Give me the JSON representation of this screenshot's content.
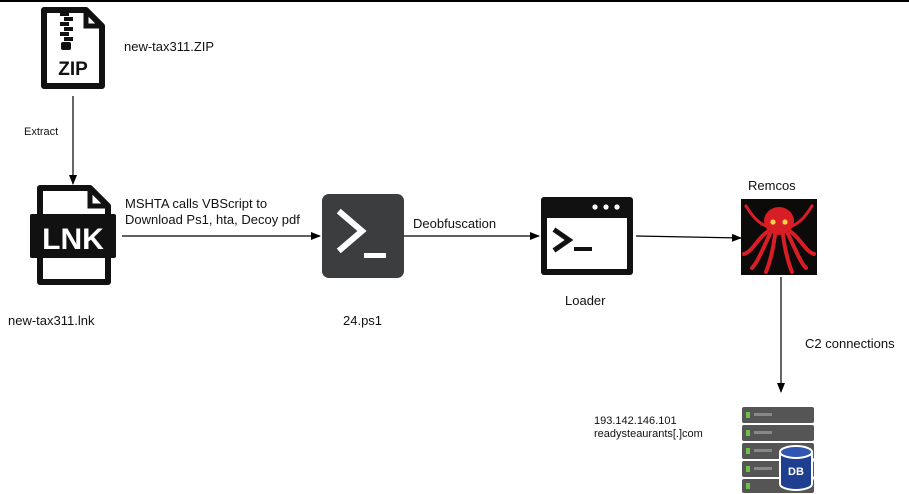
{
  "nodes": {
    "zip": {
      "label": "new-tax311.ZIP",
      "icon_text": "ZIP",
      "icon": "zip-file-icon"
    },
    "lnk": {
      "label": "new-tax311.lnk",
      "icon_text": "LNK",
      "icon": "lnk-file-icon"
    },
    "ps1": {
      "label": "24.ps1",
      "icon": "powershell-icon"
    },
    "loader": {
      "label": "Loader",
      "icon": "terminal-window-icon"
    },
    "remcos": {
      "label": "Remcos",
      "icon": "octopus-logo-icon"
    },
    "server": {
      "ip": "193.142.146.101",
      "domain": "readysteaurants[.]com",
      "icon_text": "DB",
      "icon": "database-server-icon"
    }
  },
  "edges": {
    "extract": "Extract",
    "mshta": "MSHTA calls VBScript to\nDownload Ps1, hta, Decoy pdf",
    "deobfuscation": "Deobfuscation",
    "c2": "C2 connections"
  },
  "colors": {
    "ps_tile": "#3c3d3f",
    "remcos_bg": "#0d0a0a",
    "remcos_red": "#d81d25",
    "db_blue": "#1e3f8f",
    "server_gray": "#555555"
  }
}
